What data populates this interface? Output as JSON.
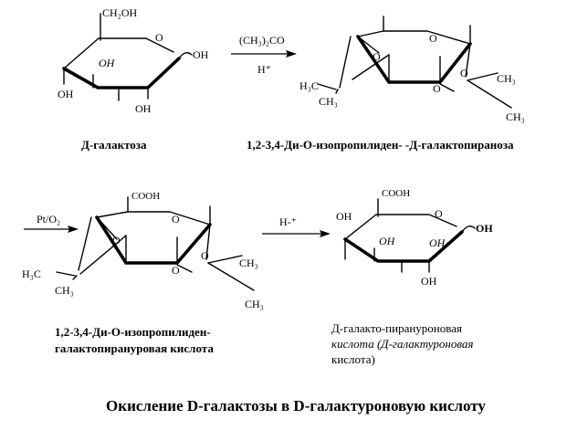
{
  "labels": {
    "ch2oh": "CH₂OH",
    "o": "O",
    "oh": "OH",
    "cooh": "COOH",
    "h3c": "H₃C",
    "ch3": "CH₃"
  },
  "reaction1": {
    "reagent": "(CH₃)₂CO",
    "catalyst": "H⁺"
  },
  "reaction2": {
    "reagent": "Pt/O₂"
  },
  "reaction3": {
    "reagent": "H-⁺"
  },
  "captions": {
    "galactose": "Д-галактоза",
    "diisopropylidene_galactopyranose": "1,2-3,4-Ди-О-изопропилиден- -Д-галактопираноза",
    "diisopropylidene_acid_line1": "1,2-3,4-Ди-О-изопропилиден-",
    "diisopropylidene_acid_line2": "галактопирануровая кислота",
    "galacturonic_line1": "Д-галакто-пирануроновая",
    "galacturonic_line2": "кислота (Д-галактуроновая",
    "galacturonic_line3": "кислота)"
  },
  "title": "Окисление D-галактозы в D-галактуроновую кислоту"
}
